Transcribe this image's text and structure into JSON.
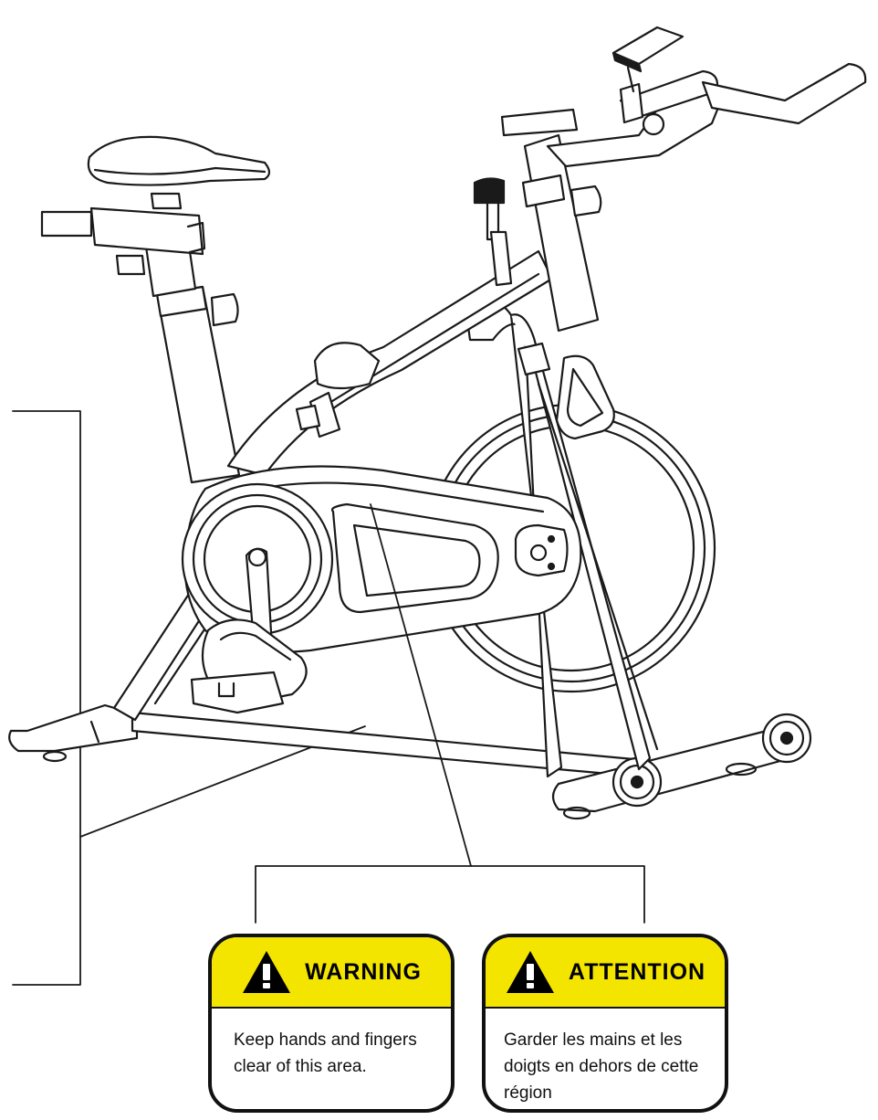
{
  "colors": {
    "line": "#1a1a1a",
    "label_yellow": "#f4e500",
    "label_border": "#111111",
    "body_fill": "#ffffff"
  },
  "labels": {
    "warning": {
      "title": "WARNING",
      "text": "Keep hands and fingers clear of this area.",
      "icon": "exclamation-triangle-icon"
    },
    "attention": {
      "title": "ATTENTION",
      "text": "Garder les mains et les doigts en dehors de cette région",
      "icon": "exclamation-triangle-icon"
    }
  }
}
